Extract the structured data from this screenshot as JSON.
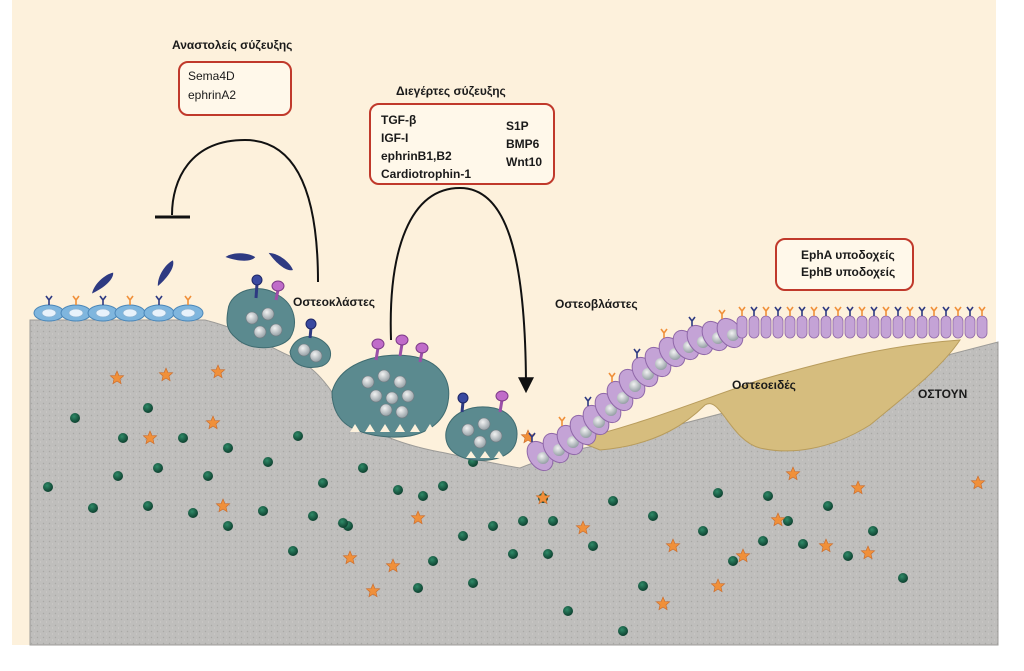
{
  "inhibitors": {
    "title": "Αναστολείς σύζευξης",
    "items": [
      "Sema4D",
      "ephrinA2"
    ]
  },
  "stimulators": {
    "title": "Διεγέρτες σύζευξης",
    "left_items": [
      "TGF-β",
      "IGF-I",
      "ephrinB1,B2",
      "Cardiotrophin-1"
    ],
    "right_items": [
      "S1P",
      "BMP6",
      "Wnt10"
    ]
  },
  "receptors_legend": {
    "items": [
      "EphA υποδοχείς",
      "EphB υποδοχείς"
    ]
  },
  "labels": {
    "osteoclasts": "Οστεοκλάστες",
    "osteoblasts": "Οστεοβλάστες",
    "osteoid": "Οστεοειδές",
    "bone": "ΟΣΤΟΥΝ"
  },
  "colors": {
    "background": "#fdf1dc",
    "bone": "#bfbebc",
    "osteoid": "#d6bd7e",
    "osteoclast": "#5b8a8f",
    "osteoblast": "#c4a3d6",
    "lining_cell": "#7fb6de",
    "ephrinA": "#2e3a82",
    "ephrinB": "#9b4fa8",
    "tgf_beta": "#f0903a",
    "igf": "#0f4f3a",
    "box_border": "#c0392b"
  }
}
